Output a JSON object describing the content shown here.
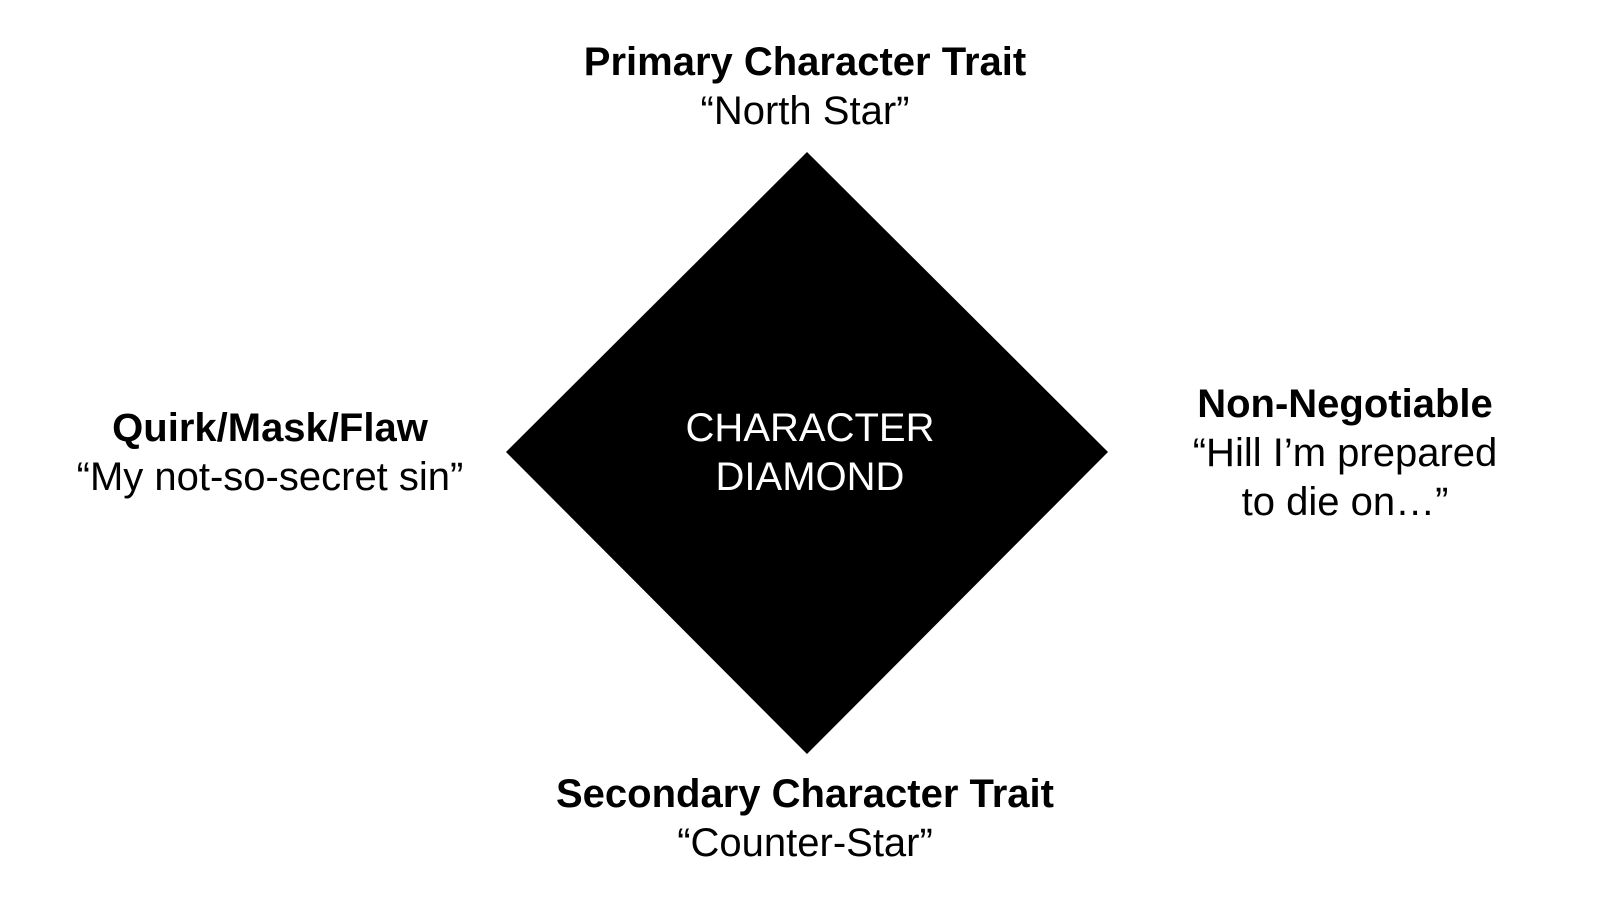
{
  "diagram": {
    "center": {
      "line1": "CHARACTER",
      "line2": "DIAMOND",
      "fill_color": "#000000",
      "text_color": "#ffffff"
    },
    "top": {
      "title": "Primary Character Trait",
      "quote": "“North Star”"
    },
    "bottom": {
      "title": "Secondary Character Trait",
      "quote": "“Counter-Star”"
    },
    "left": {
      "title": "Quirk/Mask/Flaw",
      "quote": "“My not-so-secret sin”"
    },
    "right": {
      "title": "Non-Negotiable",
      "quote_line1": "“Hill I’m prepared",
      "quote_line2": "to die on…”"
    }
  }
}
